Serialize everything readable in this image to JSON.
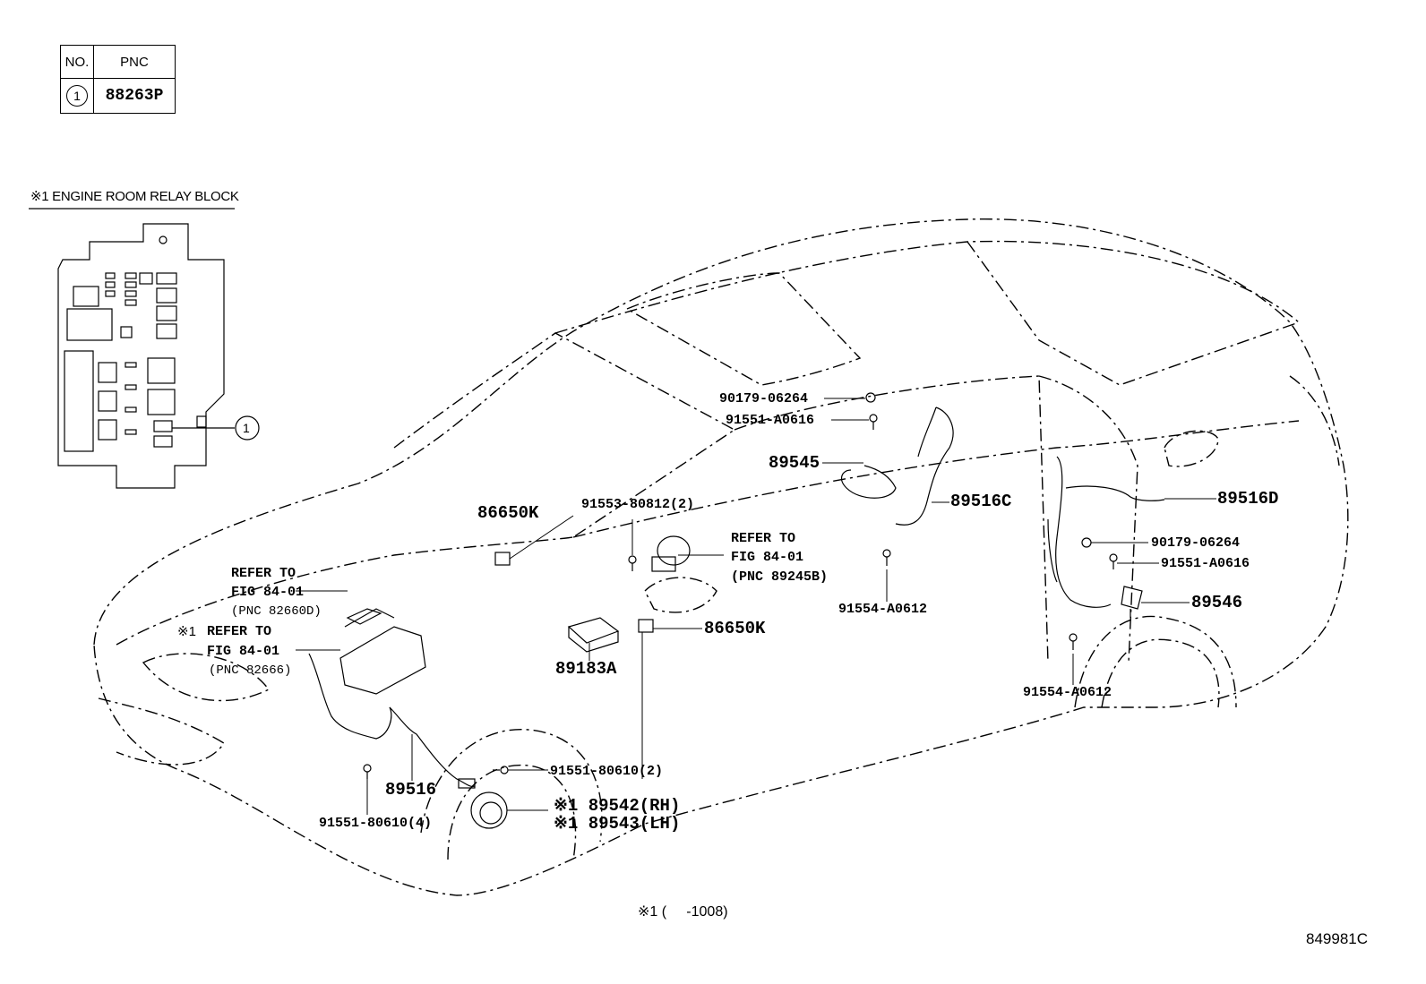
{
  "pnc_table": {
    "header_no": "NO.",
    "header_pnc": "PNC",
    "rows": [
      {
        "no": "1",
        "pnc": "88263P"
      }
    ]
  },
  "relay_block_title": "※1 ENGINE ROOM RELAY BLOCK",
  "relay_callout": "1",
  "labels": {
    "p90179_top": "90179-06264",
    "p91551_a0616_top": "91551-A0616",
    "p89545": "89545",
    "p89516c": "89516C",
    "p89516d": "89516D",
    "p90179_right": "90179-06264",
    "p91551_a0616_right": "91551-A0616",
    "p89546": "89546",
    "p91554_mid": "91554-A0612",
    "p91554_right": "91554-A0612",
    "p86650k_top": "86650K",
    "p91553": "91553-80812(2)",
    "refer_a_1": "REFER TO",
    "refer_a_2": "FIG 84-01",
    "refer_a_3": "(PNC 89245B)",
    "refer_b_1": "REFER TO",
    "refer_b_2": "FIG 84-01",
    "refer_b_3": "(PNC 82660D)",
    "refer_c_mark": "※1",
    "refer_c_1": "REFER TO",
    "refer_c_2": "FIG 84-01",
    "refer_c_3": "(PNC 82666)",
    "p86650k_bottom": "86650K",
    "p89183a": "89183A",
    "p89516": "89516",
    "p91551_80610_2": "91551-80610(2)",
    "p91551_80610_4": "91551-80610(4)",
    "p89542": "※1 89542(RH)",
    "p89543": "※1 89543(LH)"
  },
  "footnote": "※1 (     -1008)",
  "figure_id": "849981C"
}
